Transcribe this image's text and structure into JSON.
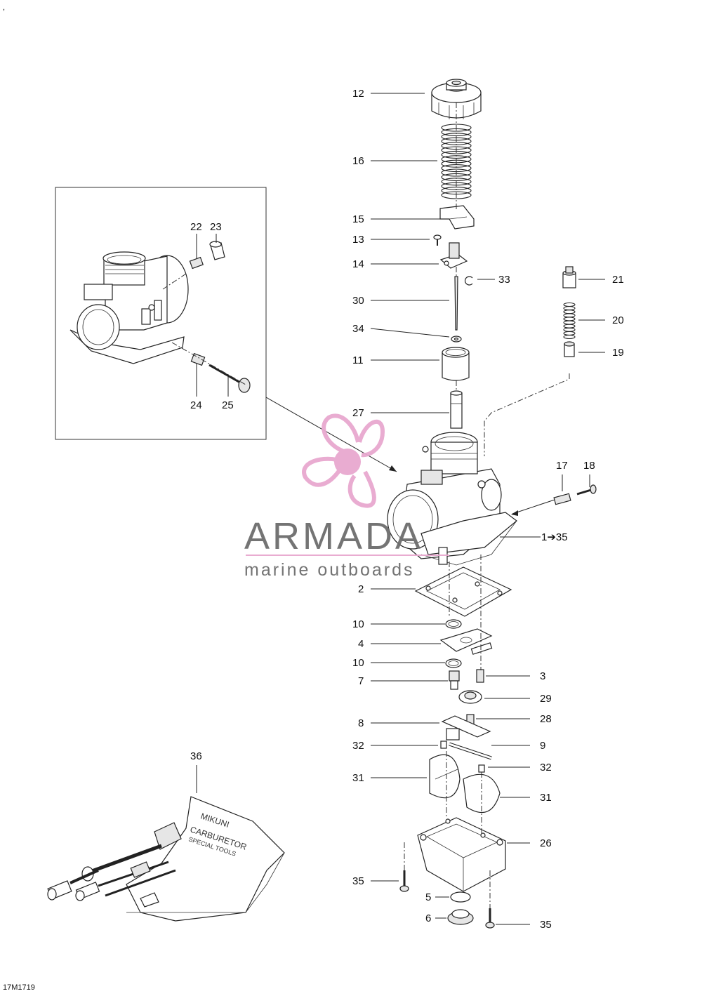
{
  "diagram": {
    "code": "17M1719",
    "corner_mark": ","
  },
  "watermark": {
    "brand": "ARMADA",
    "tagline": "marine outboards",
    "accent_color": "#e8a8cf",
    "text_color": "#6d6d6d"
  },
  "callouts": {
    "c12": "12",
    "c16": "16",
    "c15": "15",
    "c13": "13",
    "c14": "14",
    "c33": "33",
    "c30": "30",
    "c34": "34",
    "c11": "11",
    "c27": "27",
    "c21": "21",
    "c20": "20",
    "c19": "19",
    "c17": "17",
    "c18": "18",
    "c1to35": "1➔35",
    "c2": "2",
    "c10a": "10",
    "c4": "4",
    "c10b": "10",
    "c7": "7",
    "c3": "3",
    "c29": "29",
    "c28": "28",
    "c8": "8",
    "c32a": "32",
    "c9": "9",
    "c32b": "32",
    "c31a": "31",
    "c31b": "31",
    "c26": "26",
    "c35a": "35",
    "c5": "5",
    "c6": "6",
    "c35b": "35",
    "c22": "22",
    "c23": "23",
    "c24": "24",
    "c25": "25",
    "c36": "36"
  },
  "toolkit": {
    "label_line1": "MIKUNI",
    "label_line2": "CARBURETOR",
    "label_line3": "SPECIAL TOOLS"
  }
}
